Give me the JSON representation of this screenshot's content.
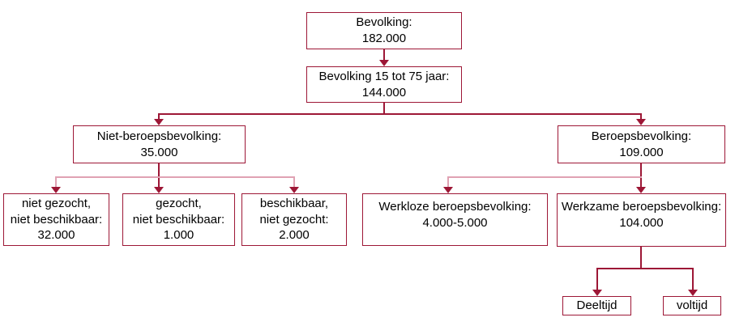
{
  "colors": {
    "accent": "#9d1736",
    "accent-light": "#e0a2b3",
    "text": "#000000",
    "background": "#ffffff"
  },
  "diagram": {
    "type": "hierarchy-flowchart",
    "language": "nl",
    "topic": "Bevolking en beroepsbevolking"
  },
  "nodes": {
    "bevolking": {
      "lines": [
        "Bevolking:",
        "182.000"
      ]
    },
    "bevolking_15_75": {
      "lines": [
        "Bevolking 15 tot 75 jaar:",
        "144.000"
      ]
    },
    "niet_beroepsbevolking": {
      "lines": [
        "Niet-beroepsbevolking:",
        "35.000"
      ]
    },
    "beroepsbevolking": {
      "lines": [
        "Beroepsbevolking:",
        "109.000"
      ]
    },
    "niet_gezocht_niet_beschikbaar": {
      "lines": [
        "niet gezocht,",
        "niet beschikbaar:",
        "32.000"
      ]
    },
    "gezocht_niet_beschikbaar": {
      "lines": [
        "gezocht,",
        "niet beschikbaar:",
        "1.000"
      ]
    },
    "beschikbaar_niet_gezocht": {
      "lines": [
        "beschikbaar,",
        "niet gezocht:",
        "2.000"
      ]
    },
    "werkloze_beroepsbevolking": {
      "lines": [
        "Werkloze beroepsbevolking:",
        "4.000-5.000"
      ]
    },
    "werkzame_beroepsbevolking": {
      "lines": [
        "Werkzame beroepsbevolking:",
        "104.000"
      ]
    },
    "deeltijd": {
      "lines": [
        "Deeltijd"
      ]
    },
    "voltijd": {
      "lines": [
        "voltijd"
      ]
    }
  },
  "edges": [
    {
      "from": "bevolking",
      "to": "bevolking_15_75"
    },
    {
      "from": "bevolking_15_75",
      "to": "niet_beroepsbevolking"
    },
    {
      "from": "bevolking_15_75",
      "to": "beroepsbevolking"
    },
    {
      "from": "niet_beroepsbevolking",
      "to": "niet_gezocht_niet_beschikbaar"
    },
    {
      "from": "niet_beroepsbevolking",
      "to": "gezocht_niet_beschikbaar"
    },
    {
      "from": "niet_beroepsbevolking",
      "to": "beschikbaar_niet_gezocht"
    },
    {
      "from": "beroepsbevolking",
      "to": "werkloze_beroepsbevolking"
    },
    {
      "from": "beroepsbevolking",
      "to": "werkzame_beroepsbevolking"
    },
    {
      "from": "werkzame_beroepsbevolking",
      "to": "deeltijd"
    },
    {
      "from": "werkzame_beroepsbevolking",
      "to": "voltijd"
    }
  ]
}
